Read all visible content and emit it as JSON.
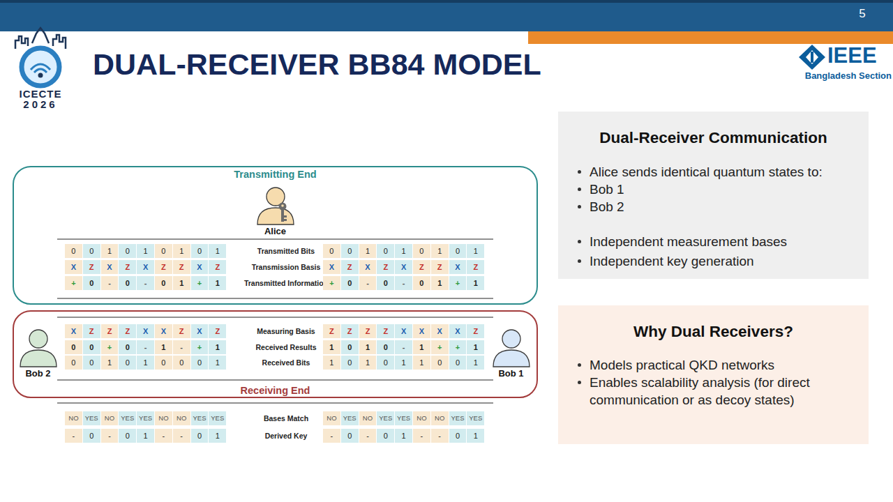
{
  "diagram": {
    "title": "DUAL-RECEIVER BB84 MODEL",
    "nodes": [
      {
        "text": [
          "Transmitting End"
        ]
      },
      {
        "text": [
          "Alice"
        ],
        "in": 0
      },
      {
        "text": [
          "Receiving End"
        ]
      },
      {
        "text": [
          "Bob 2"
        ],
        "in": 2
      },
      {
        "text": [
          "Bob 1"
        ],
        "in": 2
      },
      {
        "text": [
          "Dual-Receiver Communication",
          "Alice sends identical quantum states to:",
          "Bob 1",
          "Bob 2",
          "Independent measurement bases",
          "Independent key generation"
        ]
      },
      {
        "text": [
          "Why Dual Receivers?",
          "Models practical QKD networks",
          "Enables scalability analysis (for direct communication or as decoy states)"
        ]
      }
    ],
    "labels": [
      "5",
      "ICECTE",
      "2026",
      "IEEE",
      "Bangladesh Section",
      "0",
      "0",
      "1",
      "0",
      "1",
      "0",
      "1",
      "0",
      "1",
      "Transmitted Bits",
      "0",
      "0",
      "1",
      "0",
      "1",
      "0",
      "1",
      "0",
      "1",
      "X",
      "Z",
      "X",
      "Z",
      "X",
      "Z",
      "Z",
      "X",
      "Z",
      "Transmission Basis",
      "X",
      "Z",
      "X",
      "Z",
      "X",
      "Z",
      "Z",
      "X",
      "Z",
      "+",
      "0",
      "-",
      "0",
      "-",
      "0",
      "1",
      "+",
      "1",
      "Transmitted Information",
      "+",
      "0",
      "-",
      "0",
      "-",
      "0",
      "1",
      "+",
      "1",
      "X",
      "Z",
      "Z",
      "Z",
      "X",
      "X",
      "Z",
      "X",
      "Z",
      "Measuring Basis",
      "Z",
      "Z",
      "Z",
      "Z",
      "X",
      "X",
      "X",
      "X",
      "Z",
      "0",
      "0",
      "+",
      "0",
      "-",
      "1",
      "-",
      "+",
      "1",
      "Received Results",
      "1",
      "0",
      "1",
      "0",
      "-",
      "1",
      "+",
      "+",
      "1",
      "0",
      "0",
      "1",
      "0",
      "1",
      "0",
      "0",
      "0",
      "1",
      "Received Bits",
      "1",
      "0",
      "1",
      "0",
      "1",
      "1",
      "0",
      "0",
      "1",
      "NO",
      "YES",
      "NO",
      "YES",
      "YES",
      "NO",
      "NO",
      "YES",
      "YES",
      "Bases Match",
      "NO",
      "YES",
      "NO",
      "YES",
      "YES",
      "NO",
      "NO",
      "YES",
      "YES",
      "-",
      "0",
      "-",
      "0",
      "1",
      "-",
      "-",
      "0",
      "1",
      "Derived Key",
      "-",
      "0",
      "-",
      "0",
      "1",
      "-",
      "-",
      "0",
      "1"
    ]
  }
}
